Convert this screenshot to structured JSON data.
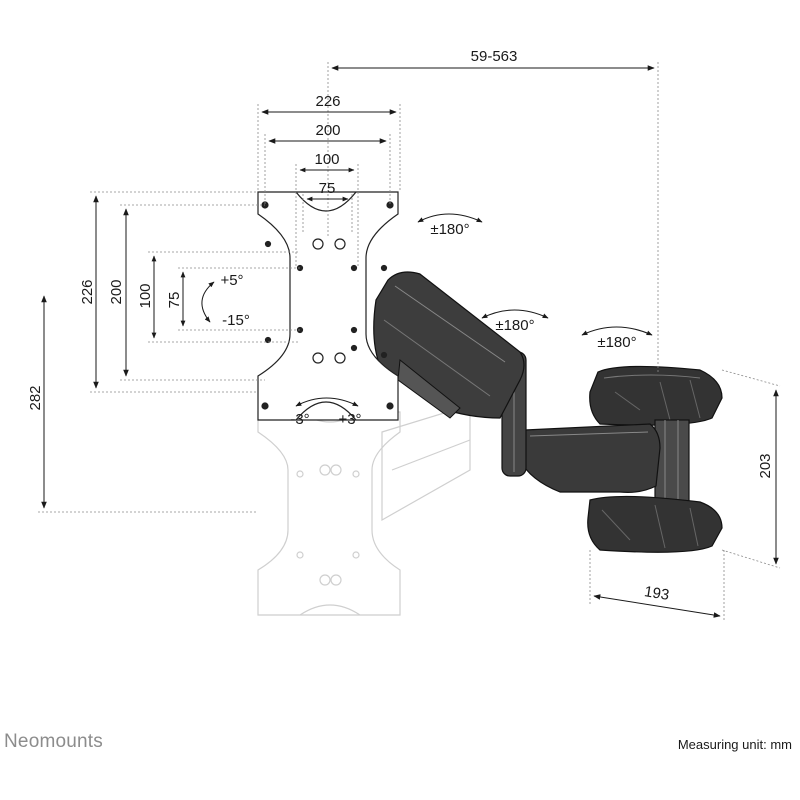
{
  "brand": "Neomounts",
  "measuring_unit": "Measuring unit: mm",
  "dimensions": {
    "reach": "59-563",
    "plate_width_outer": "226",
    "plate_width_200": "200",
    "plate_width_100": "100",
    "plate_width_75": "75",
    "plate_height_outer": "226",
    "plate_height_200": "200",
    "plate_height_100": "100",
    "plate_height_75": "75",
    "total_height": "282",
    "wall_plate_height": "203",
    "wall_plate_width": "193"
  },
  "rotations": {
    "swivel_plate": "±180°",
    "swivel_arm": "±180°",
    "swivel_wall": "±180°",
    "tilt_up": "+5°",
    "tilt_down": "-15°",
    "roll_left": "-3°",
    "roll_right": "+3°"
  }
}
